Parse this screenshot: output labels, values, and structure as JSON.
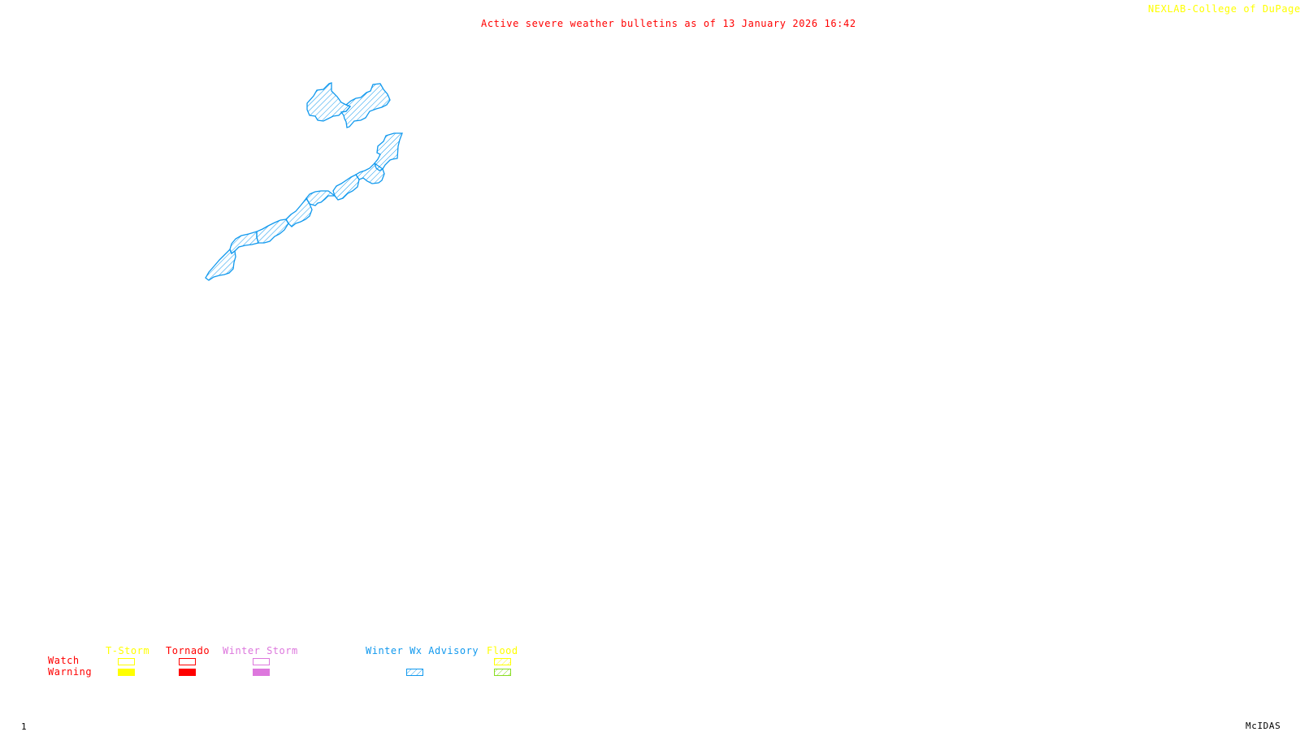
{
  "header": {
    "title": "Active severe weather bulletins as of 13 January 2026 16:42",
    "credit": "NEXLAB-College of DuPage",
    "credit_icon": "cursor-arrow-icon"
  },
  "footer": {
    "frame_number": "1",
    "app_name": "McIDAS"
  },
  "colors": {
    "title": "#ff0000",
    "credit": "#ffff00",
    "tstorm": "#ffff00",
    "tornado": "#ff0000",
    "winter_storm": "#dd77dd",
    "winter_wx_advisory": "#1199ee",
    "flood_watch": "#ffff00",
    "flood_warning": "#88dd22"
  },
  "map": {
    "active_areas": [
      {
        "type": "Winter Wx Advisory",
        "region": "northern pair"
      },
      {
        "type": "Winter Wx Advisory",
        "region": "southwest-northeast chain"
      }
    ]
  },
  "legend": {
    "rows": [
      "Watch",
      "Warning"
    ],
    "columns": [
      {
        "label": "T-Storm",
        "watch": "outline",
        "warning": "solid"
      },
      {
        "label": "Tornado",
        "watch": "outline",
        "warning": "solid"
      },
      {
        "label": "Winter Storm",
        "watch": "outline",
        "warning": "solid"
      },
      {
        "label": "Winter Wx Advisory",
        "watch": "none",
        "warning": "hatched"
      },
      {
        "label": "Flood",
        "watch": "hatched",
        "warning": "hatched"
      }
    ]
  }
}
